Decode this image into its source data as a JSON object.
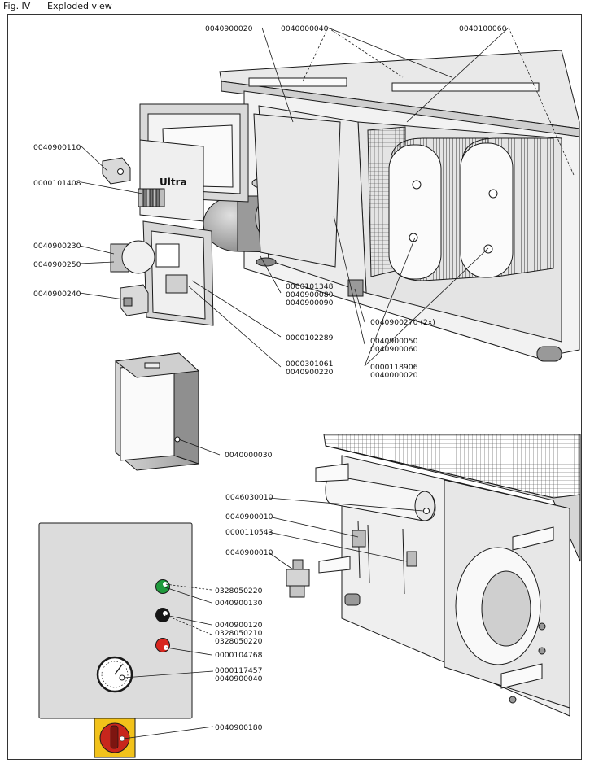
{
  "figure": {
    "label": "Fig. IV",
    "title": "Exploded view"
  },
  "product_label": "Ultra",
  "callouts": {
    "c_0040900020": "0040900020",
    "c_0040000040": "0040000040",
    "c_0040100060": "0040100060",
    "c_0040900110": "0040900110",
    "c_0000101408": "0000101408",
    "c_0040900230": "0040900230",
    "c_0040900250": "0040900250",
    "c_0040900240": "0040900240",
    "c_0000101348": "0000101348",
    "c_0040900080": "0040900080",
    "c_0040900090": "0040900090",
    "c_0040900270": "0040900270 (2x)",
    "c_0000102289": "0000102289",
    "c_0040900050": "0040900050",
    "c_0040900060": "0040900060",
    "c_0000301061": "0000301061",
    "c_0040900220": "0040900220",
    "c_0000118906": "0000118906",
    "c_0040000020": "0040000020",
    "c_0040000030": "0040000030",
    "c_0046030010": "0046030010",
    "c_0040900010a": "0040900010",
    "c_0000110543": "0000110543",
    "c_0040900010b": "0040900010",
    "c_0328050220a": "0328050220",
    "c_0040900130": "0040900130",
    "c_0040900120": "0040900120",
    "c_0328050210": "0328050210",
    "c_0328050220b": "0328050220",
    "c_0000104768": "0000104768",
    "c_0000117457": "0000117457",
    "c_0040900040": "0040900040",
    "c_0040900180": "0040900180"
  },
  "colors": {
    "line": "#1a1a1a",
    "panel_fill": "#dcdcdc",
    "green_lamp": "#1f9a3c",
    "black_lamp": "#151515",
    "red_lamp": "#d8261f",
    "switch_yellow": "#f2c21a",
    "switch_red": "#c8261c"
  }
}
